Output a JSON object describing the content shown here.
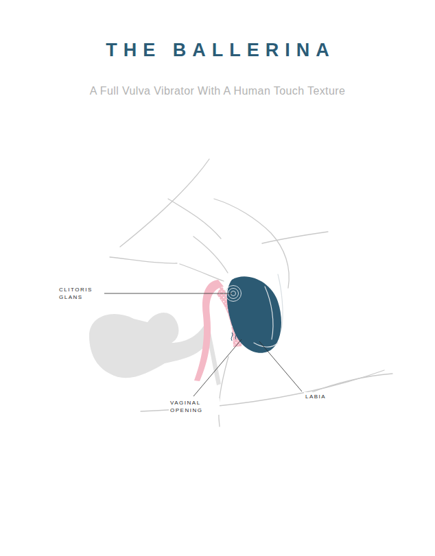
{
  "diagram": {
    "title": "THE BALLERINA",
    "caption": "A Full Vulva Vibrator With A Human Touch Texture",
    "labels": [
      "CLITORIS GLANS",
      "VAGINAL OPENING",
      "LABIA"
    ]
  }
}
